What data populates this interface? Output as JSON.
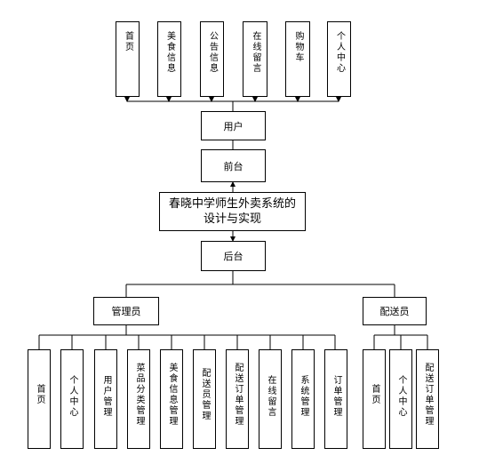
{
  "title": "春晓中学师生外卖系统的设计与实现",
  "frontend": {
    "label": "前台",
    "user": "用户",
    "modules": [
      "首页",
      "美食信息",
      "公告信息",
      "在线留言",
      "购物车",
      "个人中心"
    ]
  },
  "backend": {
    "label": "后台",
    "admin": {
      "label": "管理员",
      "modules": [
        "首页",
        "个人中心",
        "用户管理",
        "菜品分类管理",
        "美食信息管理",
        "配送员管理",
        "配送订单管理",
        "在线留言",
        "系统管理",
        "订单管理"
      ]
    },
    "courier": {
      "label": "配送员",
      "modules": [
        "首页",
        "个人中心",
        "配送订单管理"
      ]
    }
  }
}
